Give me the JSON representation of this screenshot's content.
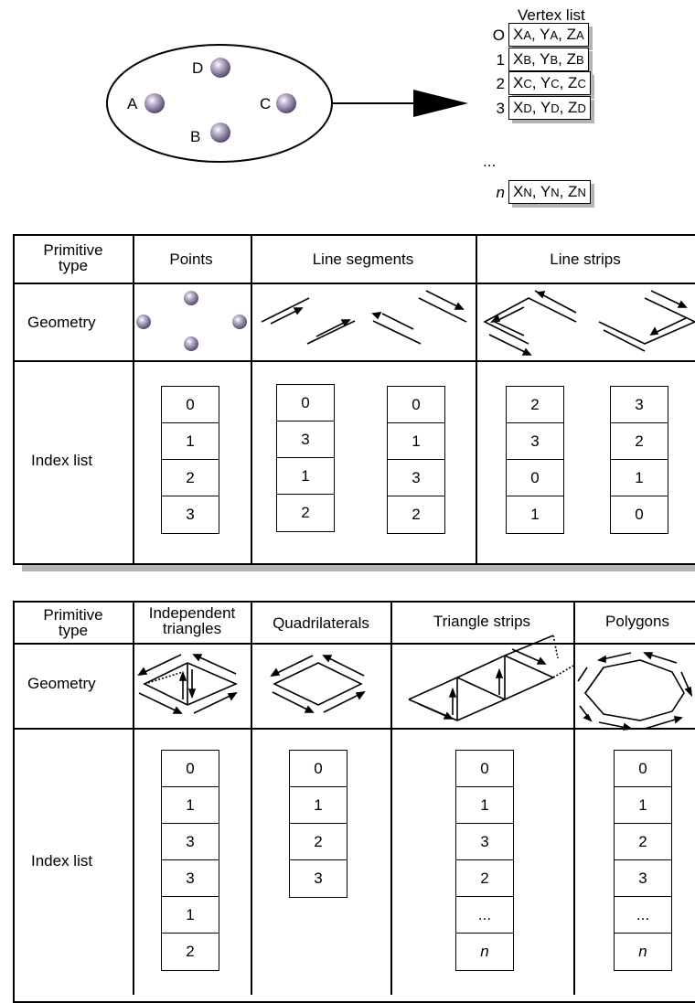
{
  "vertex_list": {
    "title": "Vertex list",
    "rows": [
      {
        "index": "O",
        "x": "X",
        "y": "Y",
        "z": "Z",
        "sub": "A"
      },
      {
        "index": "1",
        "x": "X",
        "y": "Y",
        "z": "Z",
        "sub": "B"
      },
      {
        "index": "2",
        "x": "X",
        "y": "Y",
        "z": "Z",
        "sub": "C"
      },
      {
        "index": "3",
        "x": "X",
        "y": "Y",
        "z": "Z",
        "sub": "D"
      },
      {
        "index": "n",
        "x": "X",
        "y": "Y",
        "z": "Z",
        "sub": "N"
      }
    ],
    "ellipsis": "..."
  },
  "object": {
    "points": [
      "A",
      "B",
      "C",
      "D"
    ]
  },
  "table1": {
    "row_headers": {
      "type": "Primitive type",
      "geometry": "Geometry",
      "index": "Index list"
    },
    "columns": [
      {
        "header": "Points",
        "lists": [
          [
            "0",
            "1",
            "2",
            "3"
          ]
        ]
      },
      {
        "header": "Line segments",
        "lists": [
          [
            "0",
            "3",
            "1",
            "2"
          ],
          [
            "0",
            "1",
            "3",
            "2"
          ]
        ]
      },
      {
        "header": "Line strips",
        "lists": [
          [
            "2",
            "3",
            "0",
            "1"
          ],
          [
            "3",
            "2",
            "1",
            "0"
          ]
        ]
      }
    ]
  },
  "table2": {
    "row_headers": {
      "type": "Primitive type",
      "geometry": "Geometry",
      "index": "Index list"
    },
    "columns": [
      {
        "header": "Independent triangles",
        "lists": [
          [
            "0",
            "1",
            "3",
            "3",
            "1",
            "2"
          ]
        ]
      },
      {
        "header": "Quadrilaterals",
        "lists": [
          [
            "0",
            "1",
            "2",
            "3"
          ]
        ]
      },
      {
        "header": "Triangle strips",
        "lists": [
          [
            "0",
            "1",
            "3",
            "2",
            "...",
            "n"
          ]
        ]
      },
      {
        "header": "Polygons",
        "lists": [
          [
            "0",
            "1",
            "2",
            "3",
            "...",
            "n"
          ]
        ]
      }
    ]
  },
  "colors": {
    "sphere": "#8a7f9e",
    "shadow": "#b4b4b4",
    "line": "#000000"
  }
}
